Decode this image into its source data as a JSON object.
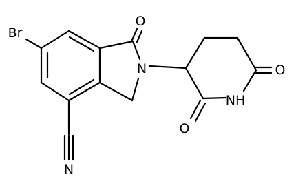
{
  "atoms": {
    "br": "Br",
    "n_lactam": "N",
    "o_lactam": "O",
    "n_imide": "NH",
    "o_imide_top": "O",
    "o_imide_bottom": "O",
    "n_nitrile": "N"
  }
}
